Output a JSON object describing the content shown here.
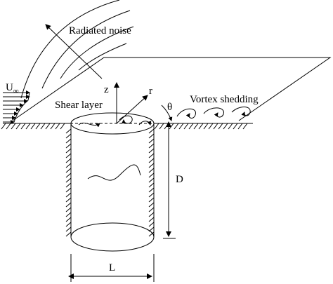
{
  "diagram": {
    "labels": {
      "radiated_noise": "Radiated noise",
      "free_stream_velocity": "U",
      "free_stream_subscript": "∞",
      "shear_layer": "Shear layer",
      "axis_z": "z",
      "axis_r": "r",
      "angle_theta": "θ",
      "vortex_shedding": "Vortex shedding",
      "depth": "D",
      "diameter": "L"
    }
  }
}
